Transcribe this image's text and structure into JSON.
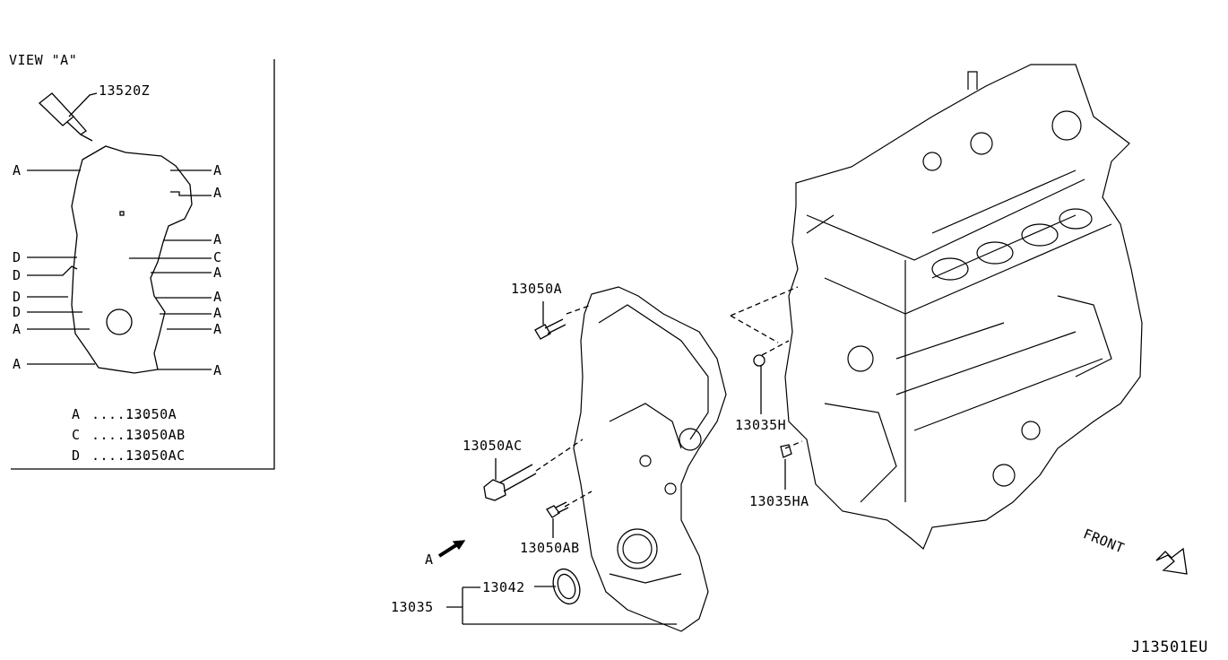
{
  "view": {
    "title": "VIEW \"A\"",
    "sealant_part": "13520Z",
    "markers": {
      "left": [
        "A",
        "D",
        "D",
        "D",
        "D",
        "A",
        "A"
      ],
      "right": [
        "A",
        "A",
        "A",
        "C",
        "A",
        "A",
        "A",
        "A",
        "A"
      ]
    },
    "legend": [
      {
        "key": "A",
        "dots": ".......",
        "part": "13050A"
      },
      {
        "key": "C",
        "dots": ".......",
        "part": "13050AB"
      },
      {
        "key": "D",
        "dots": ".......",
        "part": "13050AC"
      }
    ]
  },
  "parts": {
    "bolt_a": "13050A",
    "bolt_ac": "13050AC",
    "bolt_ab": "13050AB",
    "oil_seal": "13042",
    "cover_assy": "13035",
    "plug_h": "13035H",
    "plug_ha": "13035HA",
    "view_arrow": "A"
  },
  "front_label": "FRONT",
  "diagram_id": "J13501EU"
}
